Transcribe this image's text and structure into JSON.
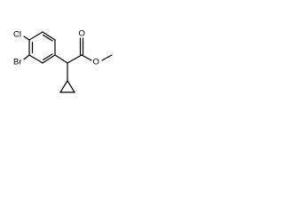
{
  "molecule": {
    "atoms": {
      "cl": "Cl",
      "br": "Br",
      "o_carbonyl": "O",
      "o_ester": "O"
    }
  }
}
